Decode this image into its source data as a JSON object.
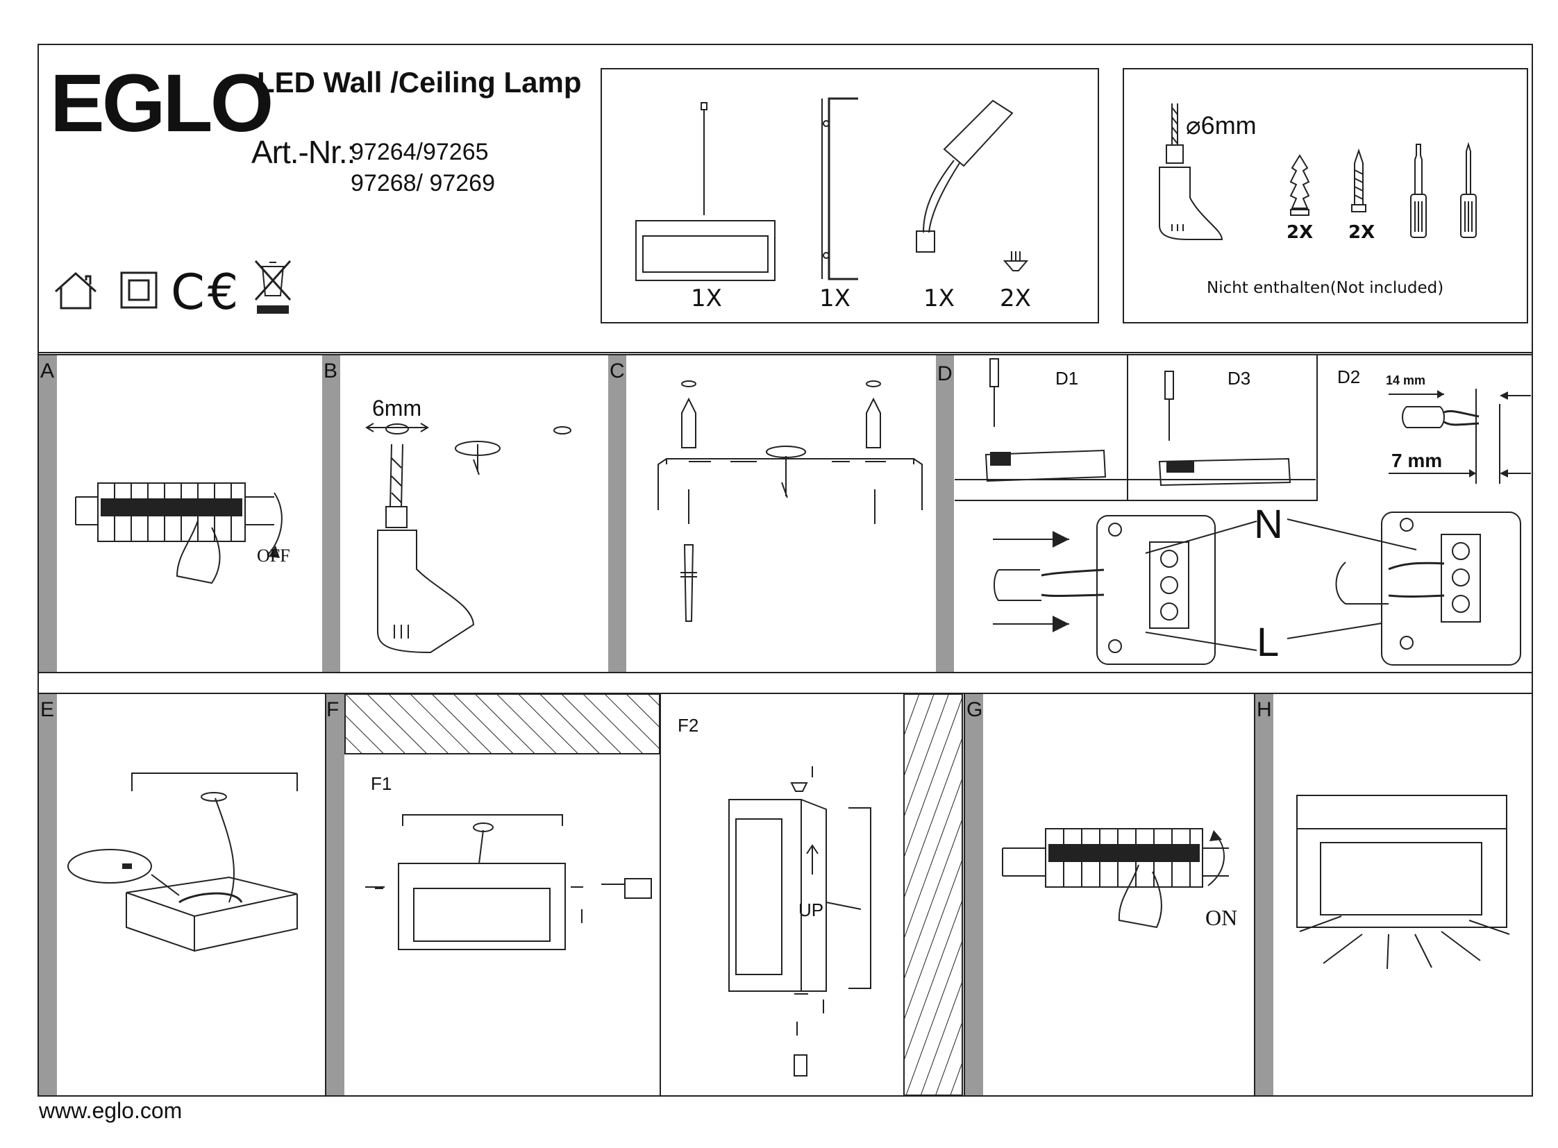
{
  "header": {
    "brand": "EGLO",
    "product_title": "LED Wall /Ceiling Lamp",
    "art_label": "Art.-Nr.:",
    "art_numbers_line1": "97264/97265",
    "art_numbers_line2": "97268/ 97269",
    "symbols": [
      "house-icon",
      "class-ii-icon",
      "ce-mark-icon",
      "weee-bin-icon"
    ]
  },
  "parts": {
    "items": [
      {
        "name": "lamp-body",
        "qty": "1X"
      },
      {
        "name": "mounting-bracket",
        "qty": "1X"
      },
      {
        "name": "driver",
        "qty": "1X"
      },
      {
        "name": "screw",
        "qty": "2X"
      }
    ]
  },
  "tools": {
    "drill_size": "⌀6mm",
    "dowel_qty": "2X",
    "screw_qty": "2X",
    "note": "Nicht enthalten(Not included)"
  },
  "steps": {
    "A": {
      "label": "A",
      "switch_text": "OFF"
    },
    "B": {
      "label": "B",
      "measure": "6mm"
    },
    "C": {
      "label": "C"
    },
    "D": {
      "label": "D",
      "d1": "D1",
      "d2": "D2",
      "d3": "D3",
      "strip_long": "14 mm",
      "strip_short": "7 mm",
      "neutral": "N",
      "live": "L"
    },
    "E": {
      "label": "E"
    },
    "F": {
      "label": "F",
      "f1": "F1",
      "f2": "F2",
      "up": "UP"
    },
    "G": {
      "label": "G",
      "switch_text": "ON"
    },
    "H": {
      "label": "H"
    }
  },
  "footer": {
    "url": "www.eglo.com"
  }
}
